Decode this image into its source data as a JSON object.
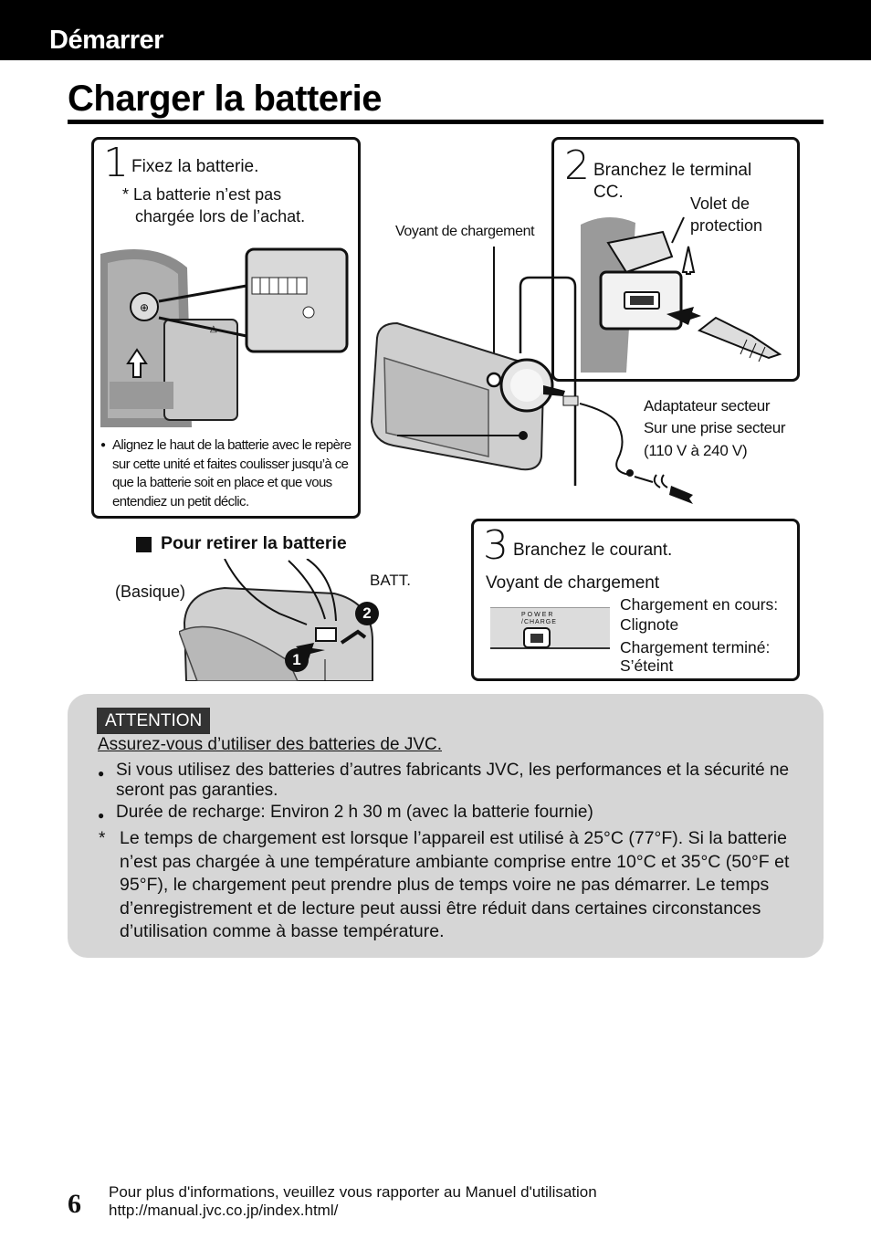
{
  "header": {
    "section": "Démarrer"
  },
  "title": "Charger la batterie",
  "step1": {
    "number": "1",
    "instruction": "Fixez la batterie.",
    "note_line1": "* La batterie n’est pas",
    "note_line2": "chargée lors de l’achat.",
    "bullet_lines": [
      "Alignez le haut de la batterie avec le repère",
      "sur cette unité et faites coulisser jusqu’à ce",
      "que la batterie soit en place et que vous",
      "entendiez un petit déclic."
    ]
  },
  "step2": {
    "number": "2",
    "instruction_line1": "Branchez le terminal",
    "instruction_line2": "CC.",
    "cover_label_line1": "Volet de",
    "cover_label_line2": "protection"
  },
  "center_labels": {
    "charge_lamp": "Voyant de chargement",
    "adapter_line1": "Adaptateur secteur",
    "adapter_line2": "Sur une prise secteur",
    "adapter_line3": "(110 V à 240 V)"
  },
  "remove_battery": {
    "heading": "Pour retirer la batterie",
    "basic_label": "(Basique)",
    "batt_label": "BATT.",
    "marker1": "1",
    "marker2": "2"
  },
  "step3": {
    "number": "3",
    "instruction": "Branchez le courant.",
    "lamp_label": "Voyant de chargement",
    "lamp_panel_text_line1": "POWER",
    "lamp_panel_text_line2": "/CHARGE",
    "status_charging_line1": "Chargement en cours:",
    "status_charging_line2": "Clignote",
    "status_done_line1": "Chargement terminé:",
    "status_done_line2": "S’éteint"
  },
  "attention": {
    "badge": "ATTENTION",
    "heading": "Assurez-vous d’utiliser des batteries de JVC.",
    "bullets": [
      "Si vous utilisez des batteries d’autres fabricants JVC, les performances et la sécurité ne seront pas garanties.",
      "Durée de recharge: Environ 2 h 30 m (avec la batterie fournie)"
    ],
    "note_mark": "*",
    "note": "Le temps de chargement est lorsque l’appareil est utilisé à 25°C (77°F). Si la batterie n’est pas chargée à une température ambiante comprise entre 10°C et 35°C (50°F et 95°F), le chargement peut prendre plus de temps voire ne pas démarrer. Le temps d’enregistrement et de lecture peut aussi être réduit dans certaines circonstances d’utilisation comme à basse température."
  },
  "footer": {
    "page_number": "6",
    "line1": "Pour plus d'informations, veuillez vous rapporter au Manuel d'utilisation",
    "line2": "http://manual.jvc.co.jp/index.html/"
  }
}
